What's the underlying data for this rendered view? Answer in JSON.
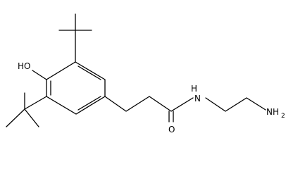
{
  "structure": {
    "labels": {
      "hydroxyl": "HO",
      "amide_nh": "H",
      "amide_n": "N",
      "carbonyl_o": "O",
      "amine": "NH",
      "amine_sub": "2"
    }
  }
}
